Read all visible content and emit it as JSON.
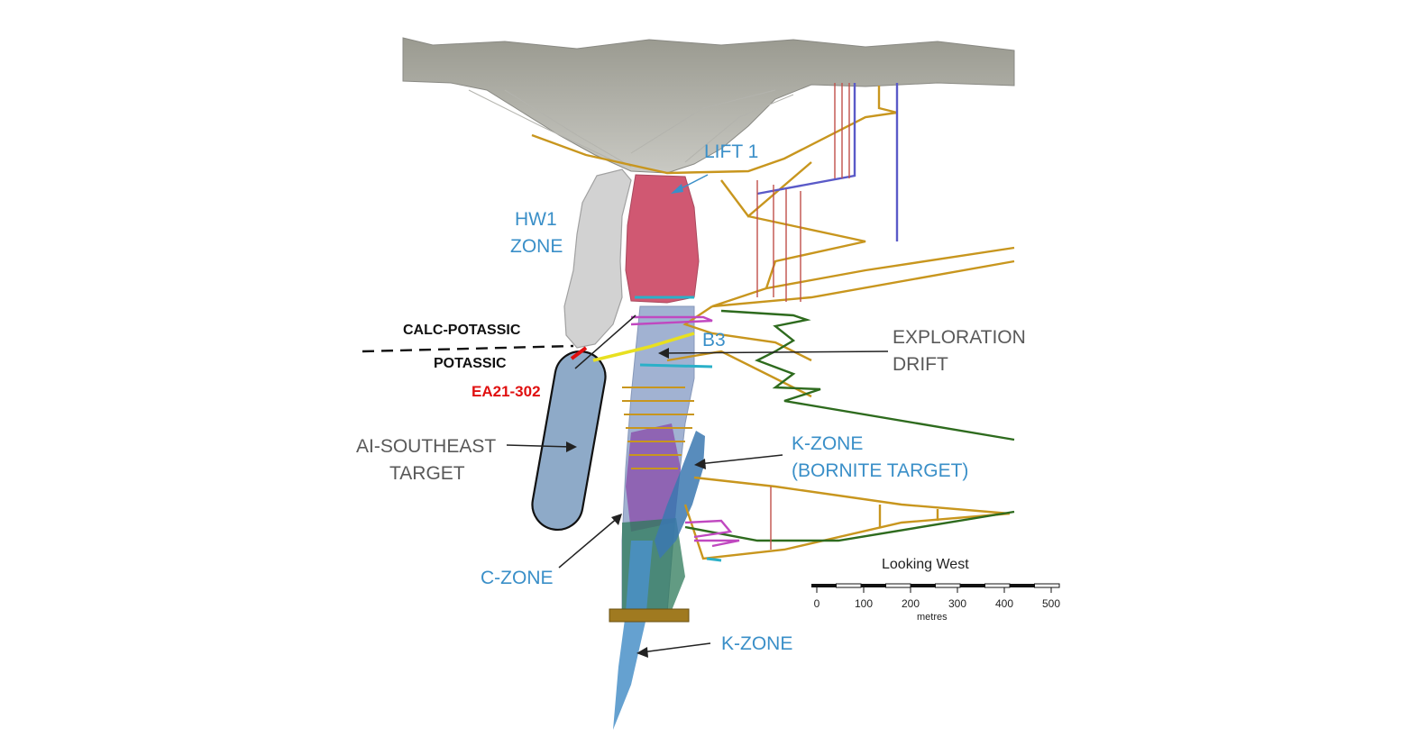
{
  "labels": {
    "lift1": "LIFT 1",
    "hw1_line1": "HW1",
    "hw1_line2": "ZONE",
    "calc_potassic": "CALC-POTASSIC",
    "potassic": "POTASSIC",
    "ea21": "EA21-302",
    "b3": "B3",
    "exploration_line1": "EXPLORATION",
    "exploration_line2": "DRIFT",
    "ai_line1": "AI-SOUTHEAST",
    "ai_line2": "TARGET",
    "kzone_line1": "K-ZONE",
    "kzone_line2": "(BORNITE TARGET)",
    "czone": "C-ZONE",
    "kzone_lower": "K-ZONE"
  },
  "scale_bar": {
    "title": "Looking West",
    "ticks": [
      "0",
      "100",
      "200",
      "300",
      "400",
      "500"
    ],
    "units": "metres"
  },
  "colors": {
    "label_blue": "#3a8fc8",
    "label_gray": "#595959",
    "label_red": "#e01010",
    "drift_gold": "#c8961e",
    "drift_green": "#2e6b1e",
    "shaft_purple": "#5a5ac8",
    "zone_red": "#c83c5a",
    "zone_blue": "#6a98c0"
  }
}
